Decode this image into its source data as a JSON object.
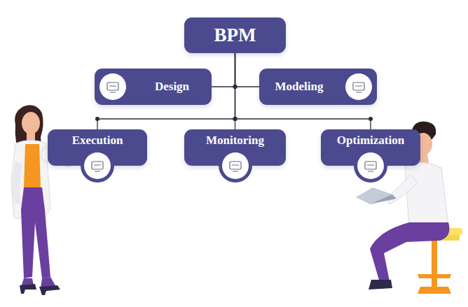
{
  "diagram": {
    "nodes": [
      {
        "text": [
          "BPM"
        ]
      },
      {
        "text": [
          "Design"
        ]
      },
      {
        "text": [
          "Modeling"
        ]
      },
      {
        "text": [
          "Execution"
        ]
      },
      {
        "text": [
          "Monitoring"
        ]
      },
      {
        "text": [
          "Optimization"
        ]
      }
    ],
    "edges": [
      {
        "from": 0,
        "to": 1,
        "arrow": "none"
      },
      {
        "from": 0,
        "to": 2,
        "arrow": "none"
      },
      {
        "from": 0,
        "to": 3,
        "arrow": "none"
      },
      {
        "from": 0,
        "to": 4,
        "arrow": "none"
      },
      {
        "from": 0,
        "to": 5,
        "arrow": "none"
      }
    ]
  }
}
